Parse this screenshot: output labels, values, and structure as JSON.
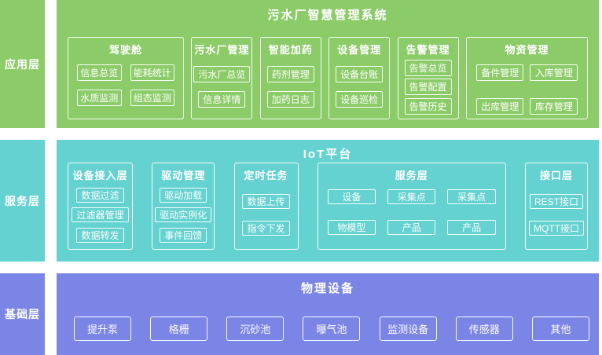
{
  "colors": {
    "application_layer": "#8ccc68",
    "service_layer": "#64d2d0",
    "base_layer": "#7b85e5",
    "text": "#ffffff"
  },
  "layers": [
    {
      "label": "应用层",
      "title": "污水厂智慧管理系统",
      "groups": [
        {
          "title": "驾驶舱",
          "items": [
            "信息总览",
            "能耗统计",
            "水质监测",
            "组态监测"
          ]
        },
        {
          "title": "污水厂管理",
          "items": [
            "污水厂总览",
            "信息详情"
          ]
        },
        {
          "title": "智能加药",
          "items": [
            "药剂管理",
            "加药日志"
          ]
        },
        {
          "title": "设备管理",
          "items": [
            "设备台账",
            "设备巡检"
          ]
        },
        {
          "title": "告警管理",
          "items": [
            "告警总览",
            "告警配置",
            "告警历史"
          ]
        },
        {
          "title": "物资管理",
          "items": [
            "备件管理",
            "入库管理",
            "出库管理",
            "库存管理"
          ]
        }
      ]
    },
    {
      "label": "服务层",
      "title": "IoT平台",
      "groups": [
        {
          "title": "设备接入层",
          "items": [
            "数据过滤",
            "过滤器管理",
            "数据转发"
          ]
        },
        {
          "title": "驱动管理",
          "items": [
            "驱动加载",
            "驱动实例化",
            "事件回馈"
          ]
        },
        {
          "title": "定时任务",
          "items": [
            "数据上传",
            "指令下发"
          ]
        },
        {
          "title": "服务层",
          "items": [
            "设备",
            "采集点",
            "采集点",
            "物模型",
            "产品",
            "产品"
          ]
        },
        {
          "title": "接口层",
          "items": [
            "REST接口",
            "MQTT接口"
          ]
        }
      ]
    },
    {
      "label": "基础层",
      "title": "物理设备",
      "items": [
        "提升泵",
        "格栅",
        "沉砂池",
        "曝气池",
        "监测设备",
        "传感器",
        "其他"
      ]
    }
  ]
}
